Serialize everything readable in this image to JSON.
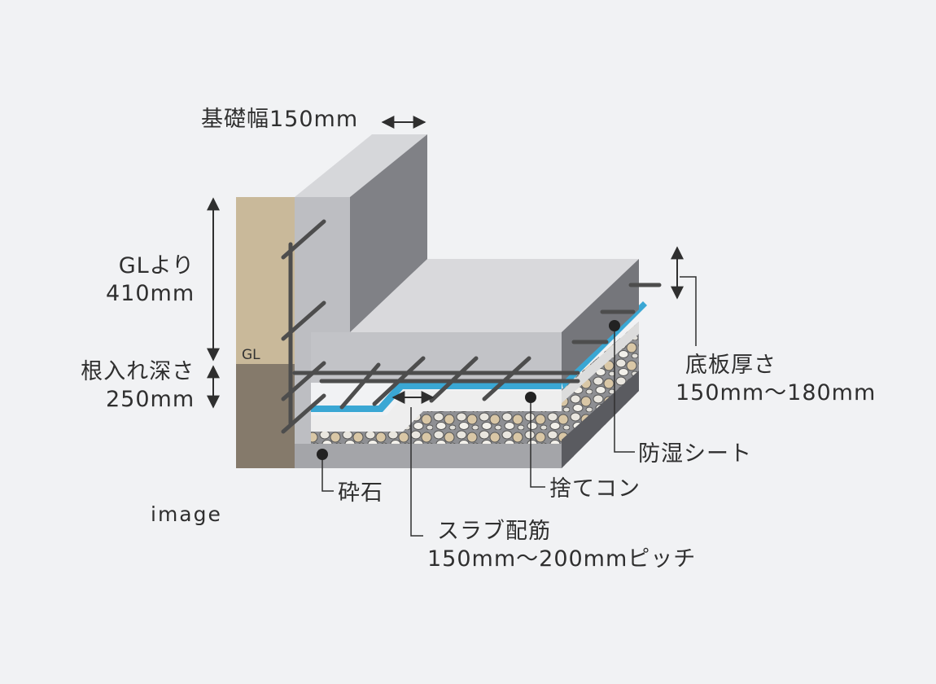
{
  "labels": {
    "foundation_width": "基礎幅150mm",
    "height_from_gl_line1": "GLより",
    "height_from_gl_line2": "410mm",
    "embed_depth_line1": "根入れ深さ",
    "embed_depth_line2": "250mm",
    "slab_thickness_line1": "底板厚さ",
    "slab_thickness_line2": "150mm〜180mm",
    "moisture_sheet": "防湿シート",
    "leveling_concrete": "捨てコン",
    "crushed_stone": "砕石",
    "slab_rebar_line1": "スラブ配筋",
    "slab_rebar_line2": "150mm〜200mmピッチ",
    "gl_marker": "GL",
    "caption": "image"
  },
  "colors": {
    "background": "#f1f2f4",
    "soil_above": "#c9b99a",
    "soil_below": "#857a6b",
    "concrete_top": "#d9d9dc",
    "concrete_front": "#a3a4a8",
    "concrete_side": "#6e6f74",
    "moisture_sheet": "#3aa7d4",
    "rebar": "#555555"
  }
}
